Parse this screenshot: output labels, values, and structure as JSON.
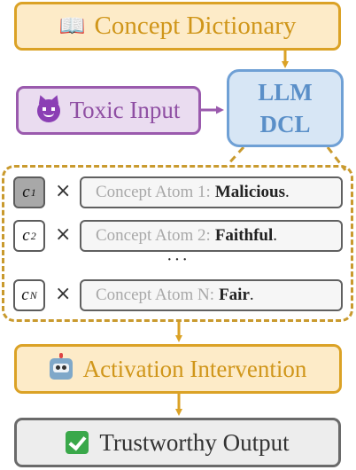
{
  "concept_dictionary": {
    "label": "Concept Dictionary",
    "icon": "open-book-icon"
  },
  "toxic_input": {
    "label": "Toxic Input",
    "icon": "smiling-devil-icon"
  },
  "llm_dcl": {
    "line1": "LLM",
    "line2": "DCL"
  },
  "concept_atoms": [
    {
      "coef": "c",
      "sub": "1",
      "times": "×",
      "prefix": "Concept Atom 1:",
      "value": "Malicious",
      "end": "."
    },
    {
      "coef": "c",
      "sub": "2",
      "times": "×",
      "prefix": "Concept Atom 2:",
      "value": "Faithful",
      "end": "."
    },
    {
      "coef": "c",
      "sub": "N",
      "times": "×",
      "prefix": "Concept Atom N:",
      "value": "Fair",
      "end": "."
    }
  ],
  "ellipsis": "···",
  "activation_intervention": {
    "label": "Activation Intervention",
    "icon": "robot-icon"
  },
  "trustworthy_output": {
    "label": "Trustworthy Output",
    "icon": "check-mark-icon"
  },
  "colors": {
    "gold": "#dba226",
    "gold_fill": "#fdebc8",
    "purple": "#9a5aad",
    "purple_fill": "#eadcf0",
    "blue": "#6fa0d5",
    "blue_fill": "#d7e6f5",
    "gray": "#6a6a6a"
  }
}
